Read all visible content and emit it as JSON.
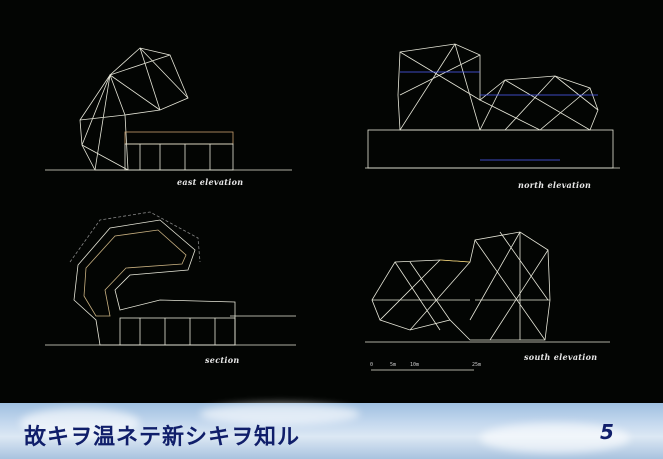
{
  "drawings": {
    "east": "east elevation",
    "north": "north elevation",
    "section": "section",
    "south": "south elevation"
  },
  "scale_bar": {
    "ticks": [
      "0",
      "5m",
      "10m",
      "25m"
    ]
  },
  "banner": {
    "title": "故キヲ温ネテ新シキヲ知ル",
    "page_number": "5"
  }
}
